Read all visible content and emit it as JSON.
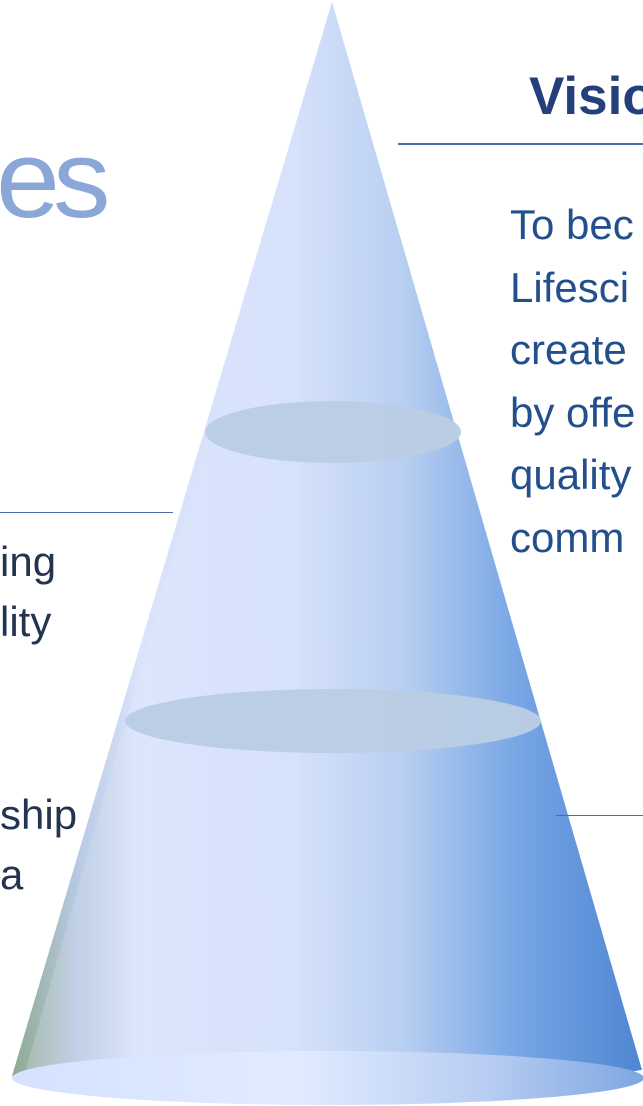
{
  "slide": {
    "logo_fragment": "es",
    "vision": {
      "title": "Visio",
      "lines": [
        "To bec",
        "Lifesci",
        "create",
        "by offe",
        "quality",
        "comm"
      ]
    },
    "left_column": {
      "block_one": [
        "ing",
        "lity"
      ],
      "block_two": [
        "ship",
        "a"
      ]
    }
  },
  "colors": {
    "title": "#243f7b",
    "vision_text": "#234f8c",
    "left_text": "#24344f",
    "rule": "#4a6da9",
    "cone_light": "#d6e1fb",
    "cone_dark": "#5b90d7",
    "cone_shadow": "#8ea98f",
    "band": "#bacde4",
    "logo": "#8aa7d8"
  }
}
